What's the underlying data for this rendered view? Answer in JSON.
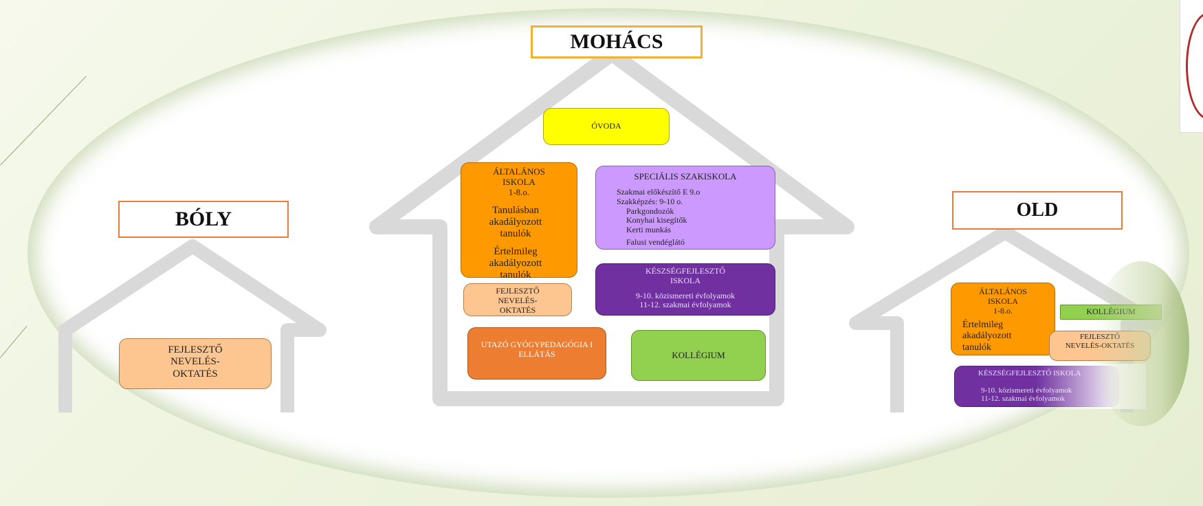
{
  "colors": {
    "orange": "#ff9900",
    "peach": "#fdc691",
    "yellow": "#ffff00",
    "lilac": "#cc99ff",
    "purple": "#7030a0",
    "burnt_orange": "#ec7d31",
    "green": "#92d050",
    "house_gray": "#d9d9d9",
    "oval_edge": "#9cb56f"
  },
  "mohacs": {
    "title": "MOHÁCS",
    "ovoda": "ÓVODA",
    "altalanos": {
      "title": "ÁLTALÁNOS ISKOLA",
      "grades": "1-8.o.",
      "group1": "Tanulásban akadályozott tanulók",
      "group2": "Értelmileg akadályozott tanulók"
    },
    "specialis": {
      "title": "SPECIÁLIS SZAKISKOLA",
      "line1": "Szakmai előkészítő E 9.o",
      "line2": "Szakképzés: 9-10 o.",
      "line3": "Parkgondozók",
      "line4": "Konyhai kisegítők",
      "line5": "Kerti munkás",
      "line6": "Falusi vendéglátó"
    },
    "fejleszto": "FEJLESZTŐ NEVELÉS-OKTATÉS",
    "keszseg": {
      "title": "KÉSZSÉGFEJLESZTŐ ISKOLA",
      "line1": "9-10. közismereti évfolyamok",
      "line2": "11-12. szakmai évfolyamok"
    },
    "utazo": "UTAZÓ GYÓGYPEDAGÓGIA I ELLÁTÁS",
    "kollegium": "KOLLÉGIUM"
  },
  "boly": {
    "title": "BÓLY",
    "fejleszto": "FEJLESZTŐ NEVELÉS-OKTATÉS"
  },
  "old": {
    "title": "OLD",
    "altalanos": {
      "title": "ÁLTALÁNOS ISKOLA",
      "grades": "1-8.o.",
      "group": "Értelmileg akadályozott tanulók"
    },
    "kollegium": "KOLLÉGIUM",
    "fejleszto": "FEJLESZTŐ NEVELÉS-OKTATÉS",
    "keszseg": {
      "title": "KÉSZSÉGFEJLESZTŐ ISKOLA",
      "line1": "9-10. közismereti évfolyamok",
      "line2": "11-12. szakmai évfolyamok"
    }
  }
}
